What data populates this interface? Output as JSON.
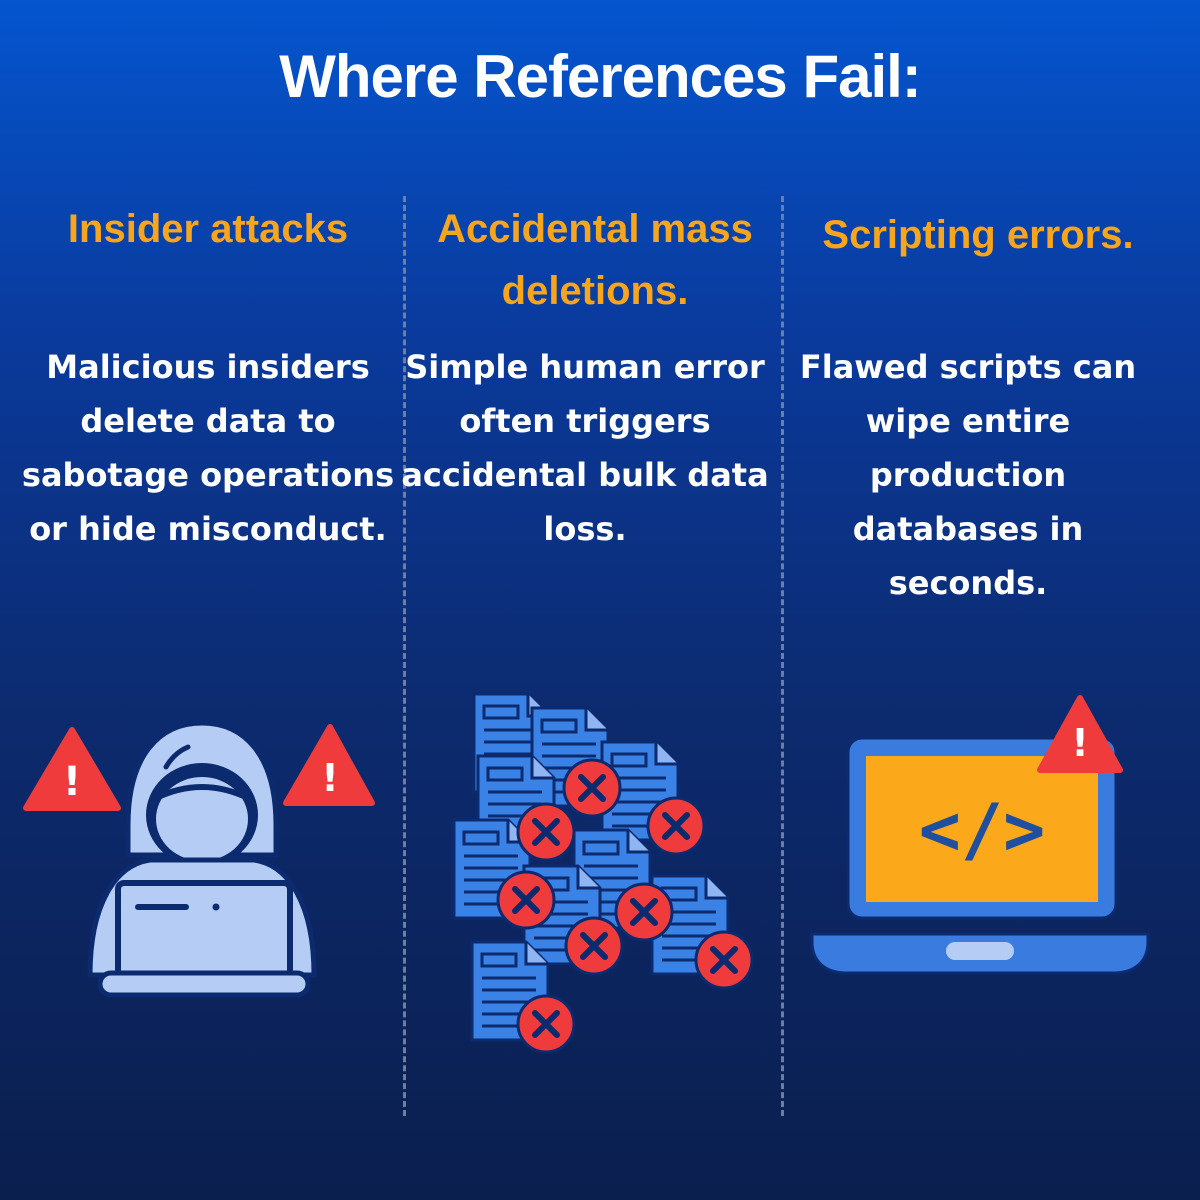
{
  "title": "Where References Fail:",
  "columns": [
    {
      "heading": "Insider attacks",
      "body": "Malicious insiders delete data to sabotage operations or hide misconduct.",
      "illustration": "hooded-hacker-icon"
    },
    {
      "heading": "Accidental mass deletions.",
      "body": "Simple human error often triggers accidental bulk data loss.",
      "illustration": "deleted-documents-icon"
    },
    {
      "heading": "Scripting errors.",
      "body": "Flawed scripts can wipe entire production databases in seconds.",
      "illustration": "laptop-code-warning-icon",
      "code_glyph": "</>"
    }
  ],
  "colors": {
    "heading_accent": "#f7a51c",
    "warning_red": "#ef3b3b",
    "icon_light_blue": "#b5cdf4",
    "doc_blue": "#3b82e6",
    "screen_orange": "#fba81a",
    "laptop_blue": "#3a7be0"
  },
  "warning_glyph": "!"
}
